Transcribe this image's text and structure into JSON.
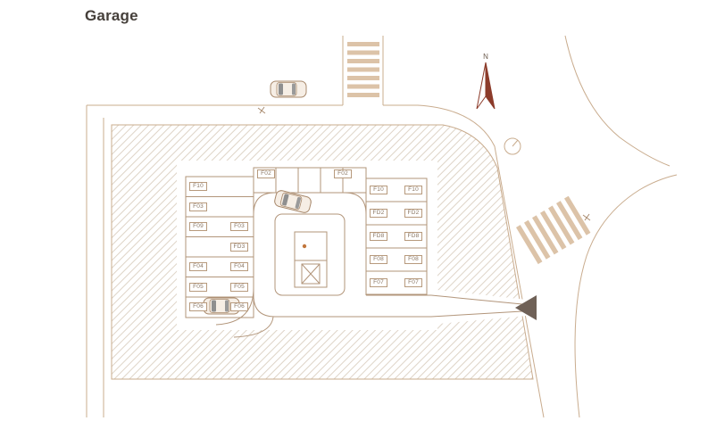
{
  "page": {
    "title": "Garage"
  },
  "plan": {
    "north_label": "N",
    "stalls": [
      {
        "label": "F10"
      },
      {
        "label": "F03"
      },
      {
        "label": "F09"
      },
      {
        "label": "F04"
      },
      {
        "label": "F05"
      },
      {
        "label": "F06"
      },
      {
        "label": "F03"
      },
      {
        "label": "FD3"
      },
      {
        "label": "F04"
      },
      {
        "label": "F05"
      },
      {
        "label": "F06"
      },
      {
        "label": "F02"
      },
      {
        "label": "F02"
      },
      {
        "label": "F10"
      },
      {
        "label": "FD2"
      },
      {
        "label": "FD8"
      },
      {
        "label": "F08"
      },
      {
        "label": "F07"
      },
      {
        "label": "F10"
      },
      {
        "label": "FD2"
      },
      {
        "label": "FD8"
      },
      {
        "label": "F08"
      },
      {
        "label": "F07"
      }
    ]
  },
  "colors": {
    "line": "#c9ac8e",
    "building_line": "#b2957a",
    "hatch": "#ded4c7",
    "stripe": "#dcc3a8",
    "needle": "#8c3b2a",
    "arrow": "#6f6157",
    "title": "#453f3a"
  }
}
